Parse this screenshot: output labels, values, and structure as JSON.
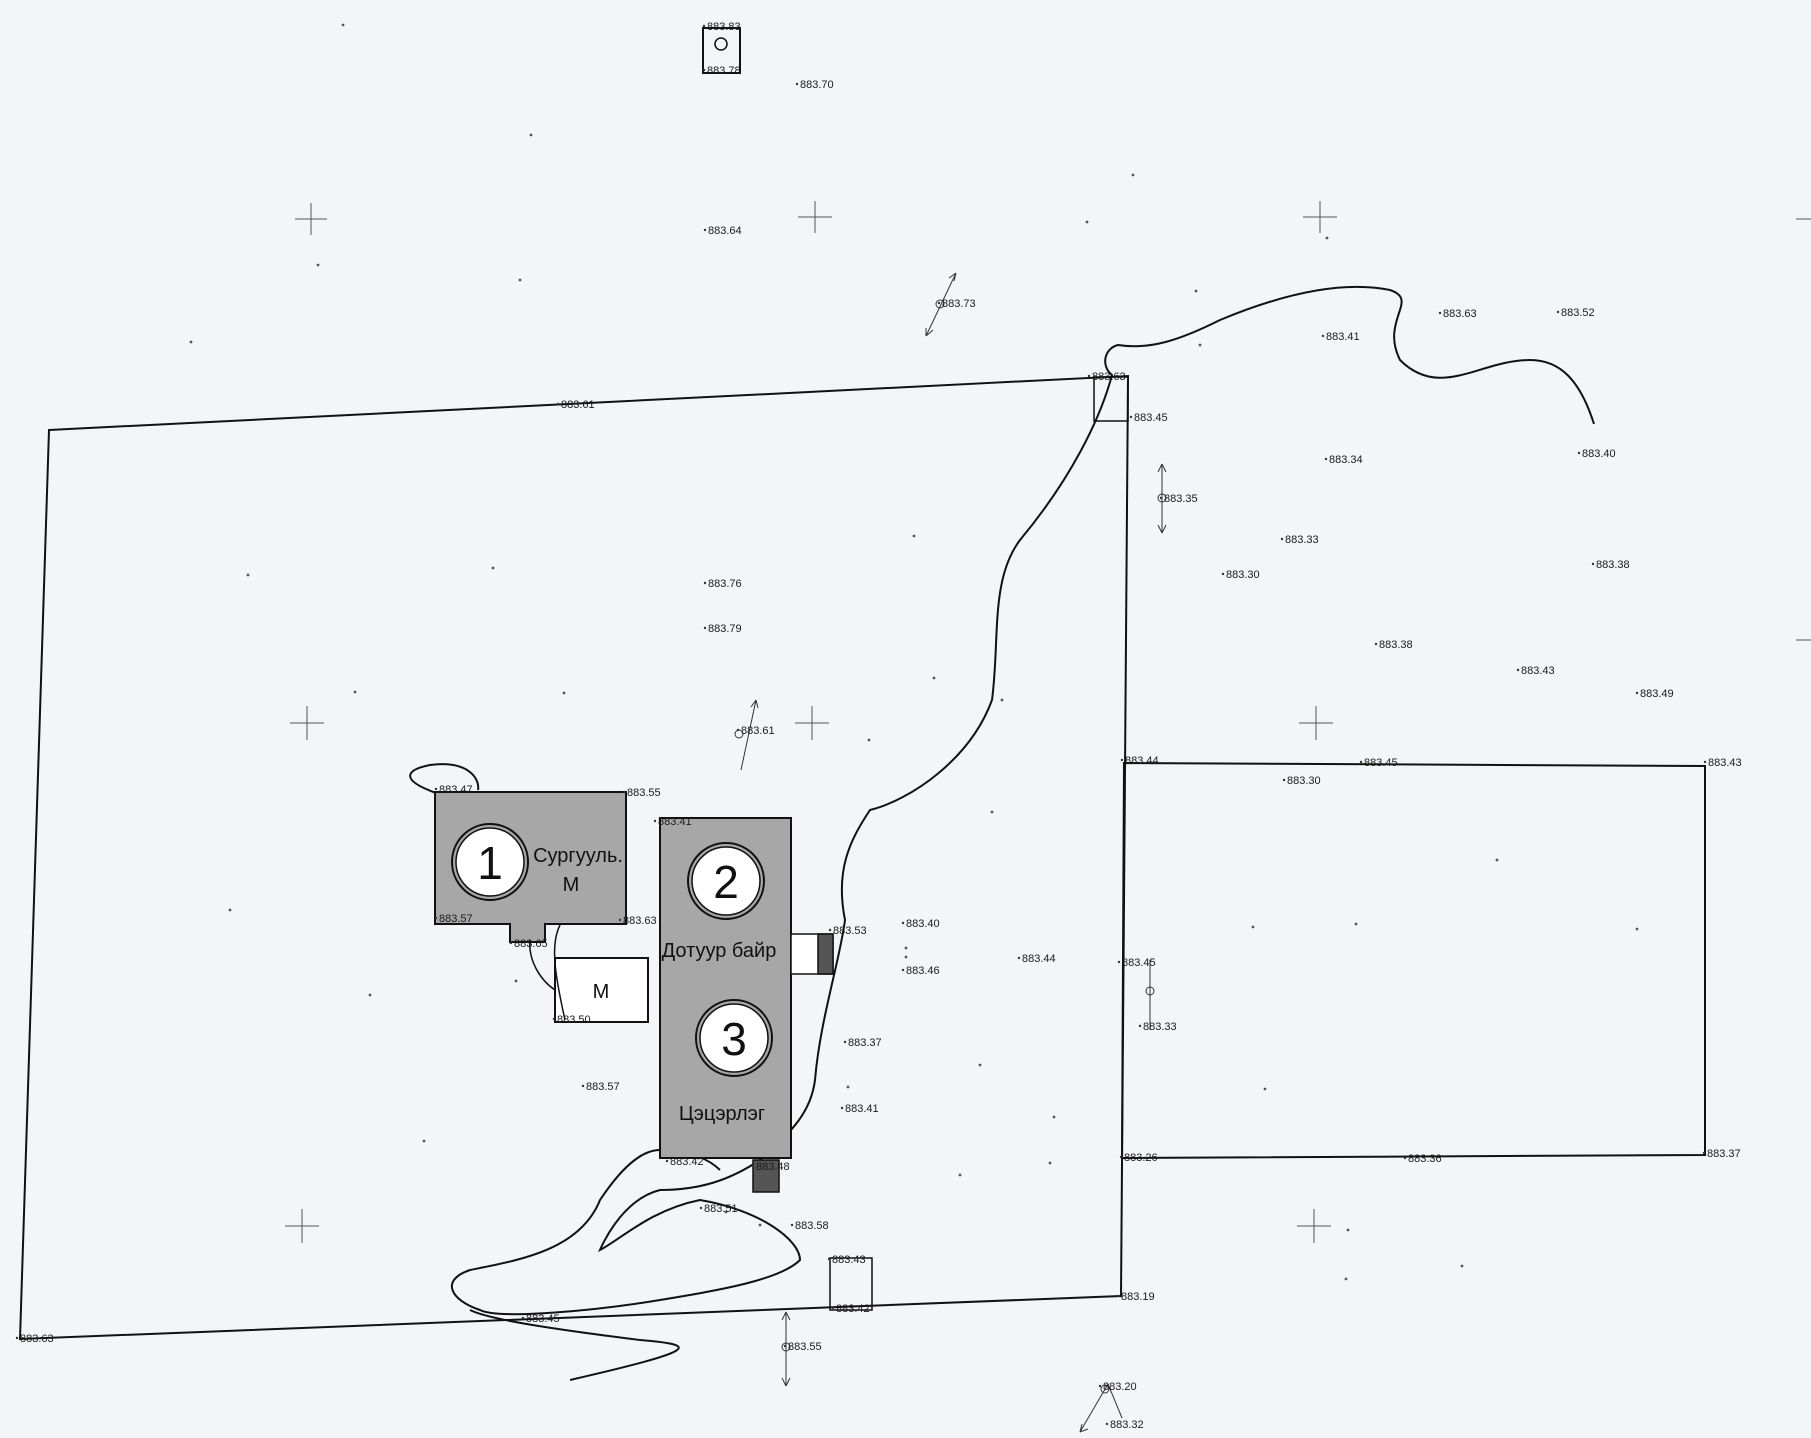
{
  "buildings": [
    {
      "number": "1",
      "label_line1": "Сургууль.",
      "label_line2": "М"
    },
    {
      "number": "2",
      "label_line1": "Дотуур байр",
      "label_line2": ""
    },
    {
      "number": "3",
      "label_line1": "Цэцэрлэг",
      "label_line2": ""
    }
  ],
  "annex_label": "М",
  "elevations": [
    "883.83",
    "883.78",
    "883.70",
    "883.64",
    "883.73",
    "883.63",
    "883.52",
    "883.41",
    "883.61",
    "883.63",
    "883.45",
    "883.34",
    "883.40",
    "883.35",
    "883.33",
    "883.30",
    "883.38",
    "883.76",
    "883.79",
    "883.38",
    "883.43",
    "883.49",
    "883.61",
    "883.44",
    "883.45",
    "883.43",
    "883.30",
    "883.47",
    "883.55",
    "883.41",
    "883.57",
    "883.63",
    "883.65",
    "883.53",
    "883.40",
    "883.46",
    "883.44",
    "883.45",
    "883.33",
    "883.50",
    "883.37",
    "883.57",
    "883.41",
    "883.42",
    "883.48",
    "883.51",
    "883.58",
    "883.26",
    "883.36",
    "883.37",
    "883.43",
    "883.42",
    "883.19",
    "883.45",
    "883.63",
    "883.55",
    "883.20",
    "883.32"
  ]
}
